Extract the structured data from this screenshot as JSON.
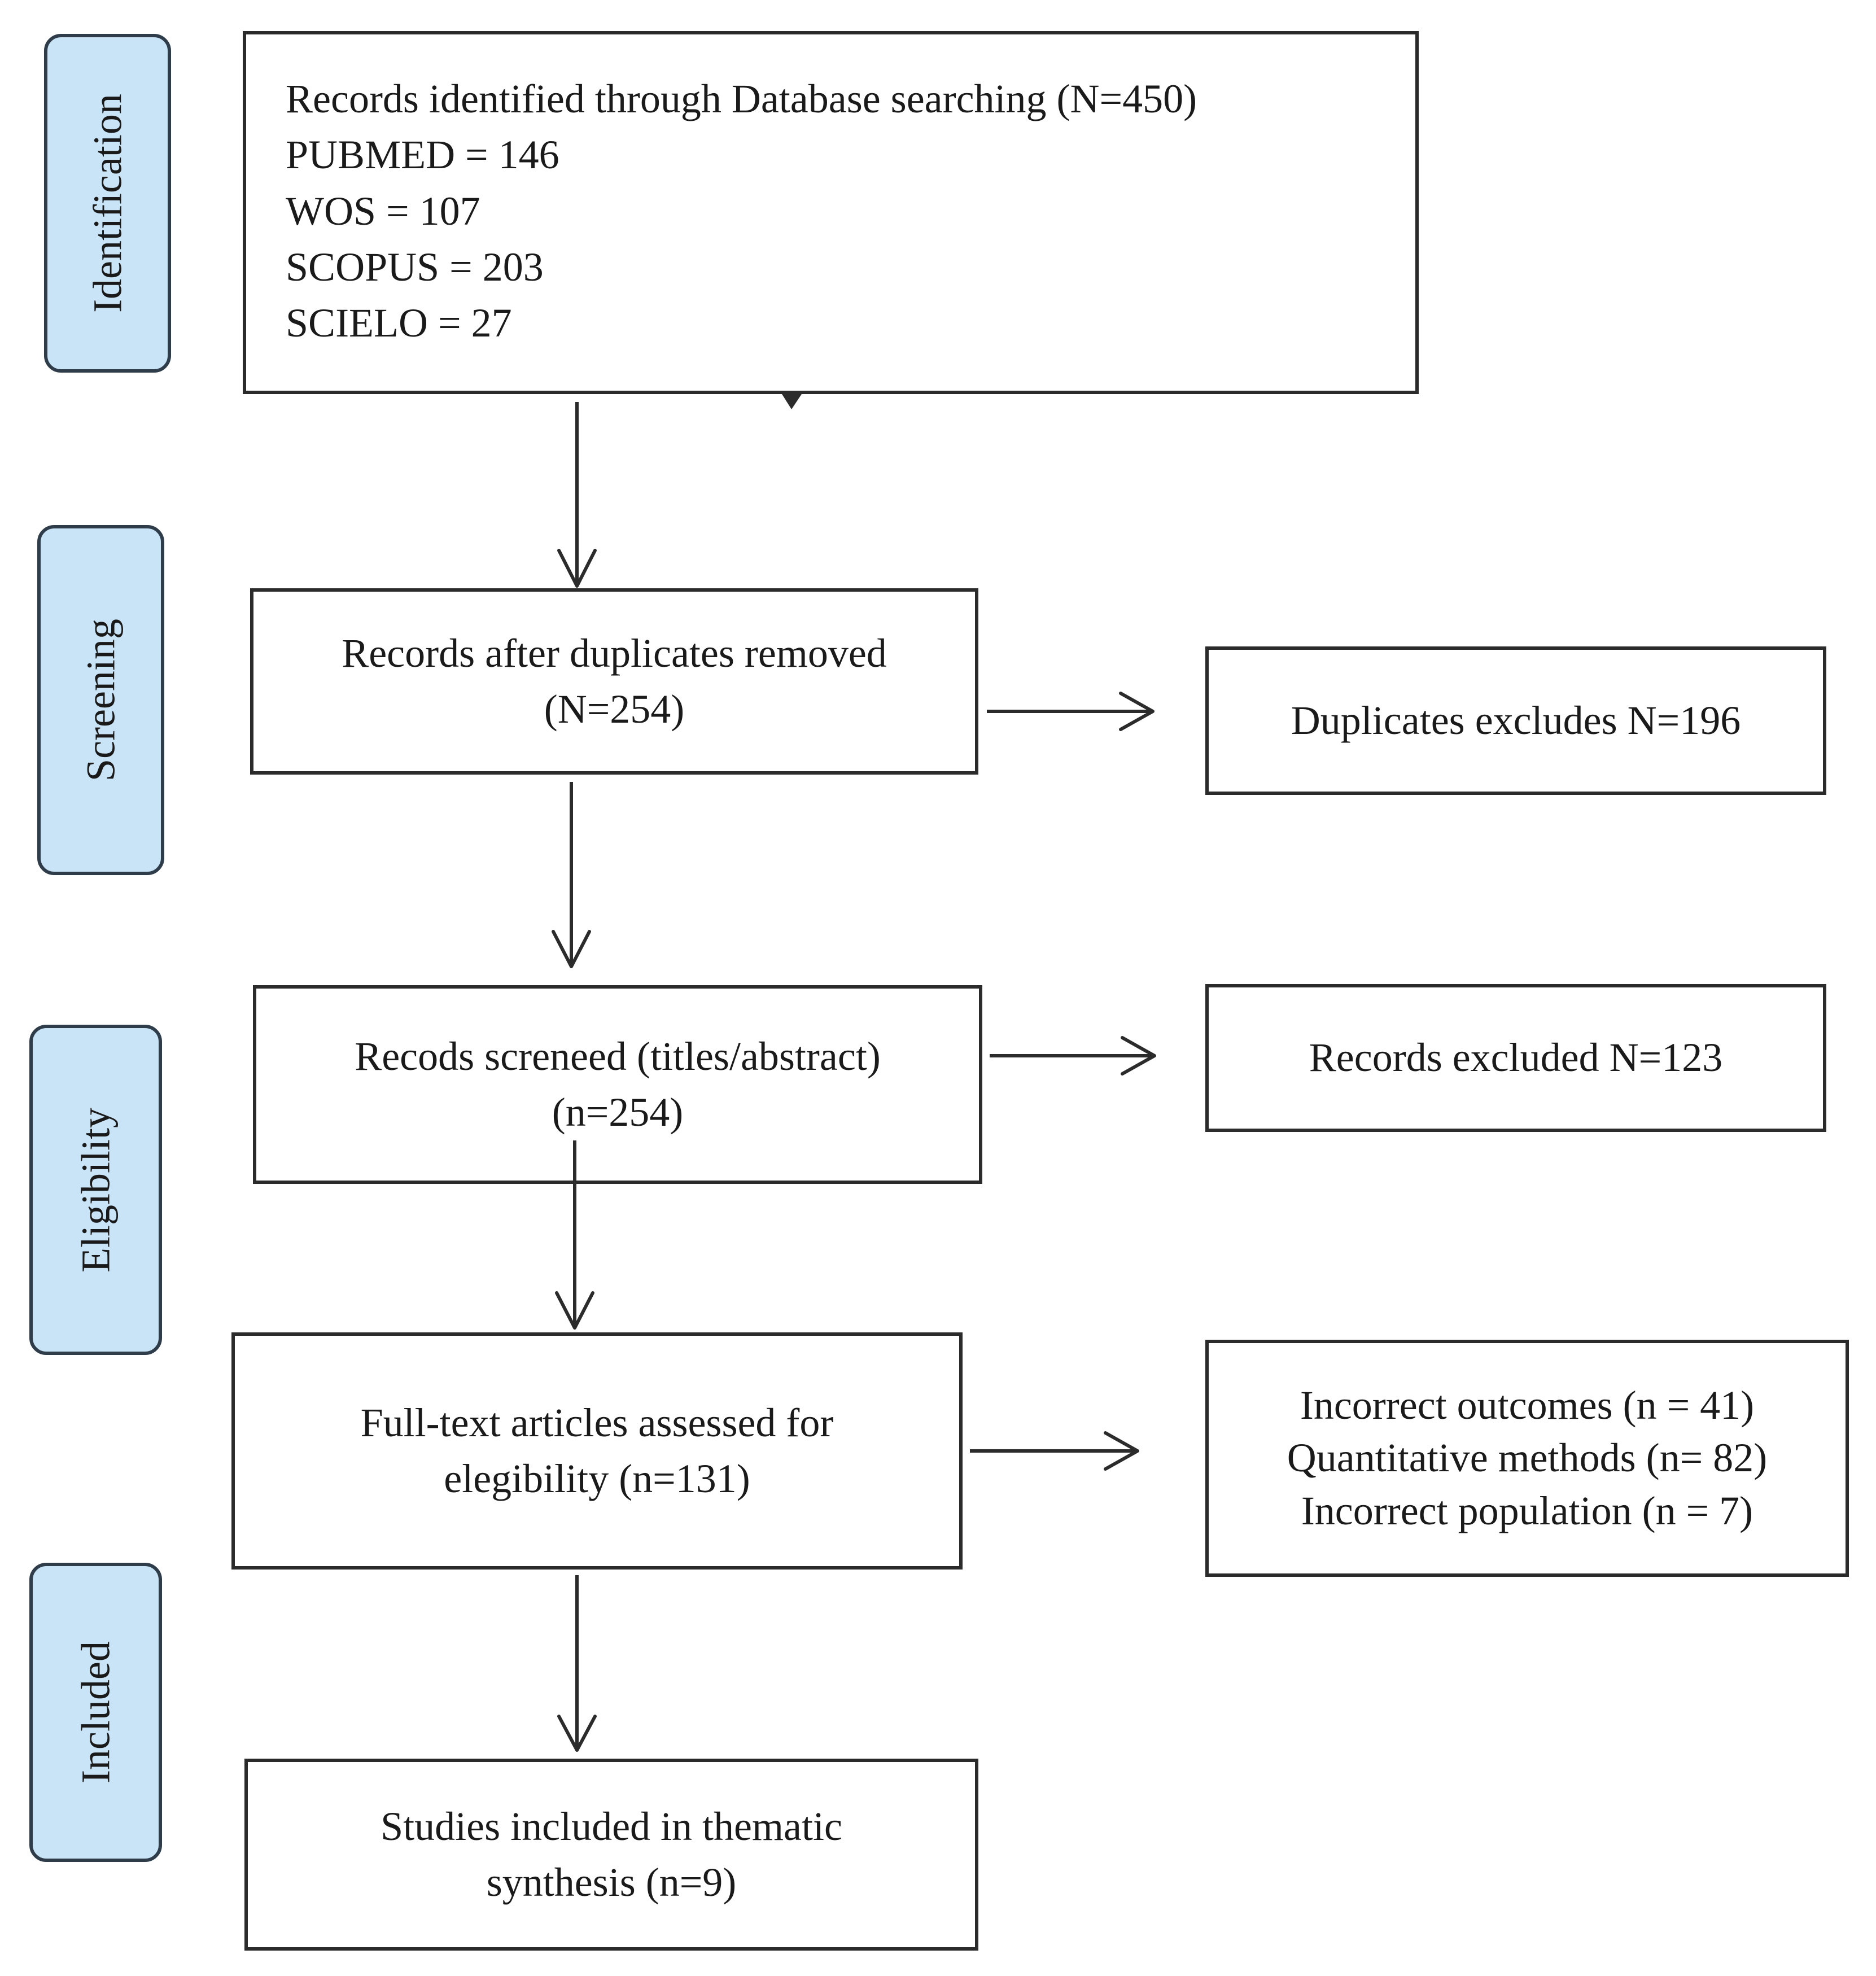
{
  "phases": {
    "identification": "Identification",
    "screening": "Screening",
    "eligibility": "Eligibility",
    "included": "Included"
  },
  "identified": {
    "title": "Records identified through Database searching (N=450)",
    "sources": [
      "PUBMED = 146",
      "WOS = 107",
      "SCOPUS = 203",
      "SCIELO = 27"
    ]
  },
  "after_duplicates": {
    "line1": "Records after duplicates removed",
    "line2": "(N=254)"
  },
  "duplicates_excluded": {
    "text": "Duplicates excludes N=196"
  },
  "screened": {
    "line1": "Recods screneed (titles/abstract)",
    "line2": "(n=254)"
  },
  "records_excluded": {
    "text": "Records excluded N=123"
  },
  "full_text": {
    "line1": "Full-text articles assessed for",
    "line2": "elegibility (n=131)"
  },
  "fulltext_excluded": {
    "reasons": [
      "Incorrect outcomes (n = 41)",
      "Quantitative methods (n= 82)",
      "Incorrect population (n = 7)"
    ]
  },
  "included_studies": {
    "line1": "Studies included in thematic",
    "line2": "synthesis (n=9)"
  }
}
